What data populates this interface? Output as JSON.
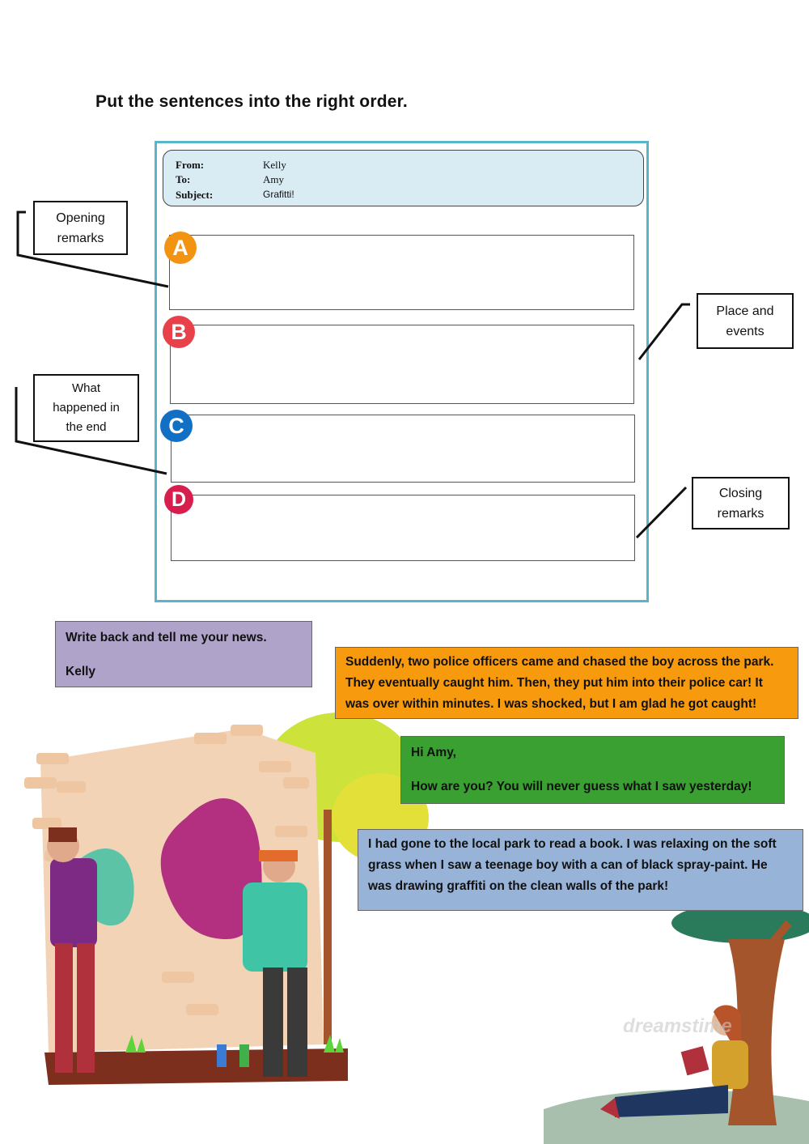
{
  "title": "Put the sentences into the right order.",
  "email": {
    "from_label": "From:",
    "from_value": "Kelly",
    "to_label": "To:",
    "to_value": "Amy",
    "subject_label": "Subject:",
    "subject_value": "Grafitti!"
  },
  "slots": [
    {
      "letter": "A",
      "color": "#f39312"
    },
    {
      "letter": "B",
      "color": "#e8414a"
    },
    {
      "letter": "C",
      "color": "#1270c4"
    },
    {
      "letter": "D",
      "color": "#d81e4c"
    }
  ],
  "labels": {
    "opening": "Opening remarks",
    "place": "Place and events",
    "end": "What happened in the end",
    "closing": "Closing remarks"
  },
  "cards": {
    "closing": {
      "line1": "Write back and tell me your news.",
      "line2": "Kelly",
      "color": "#b0a3c9"
    },
    "ending": {
      "text": "Suddenly, two police officers came and chased the boy across the park. They eventually caught him. Then, they put him into their police car! It was over within minutes. I was shocked, but I am glad he got caught!",
      "color": "#f79a0e"
    },
    "opening": {
      "line1": "Hi Amy,",
      "line2": "How are you? You will never guess what I saw yesterday!",
      "color": "#3aa032"
    },
    "place": {
      "text": "I had gone to the local park to read a book. I was relaxing on the soft grass when I saw a teenage boy with a can of black spray-paint. He was drawing graffiti on the clean walls of the park!",
      "color": "#97b3d8"
    }
  },
  "watermark": "dreamstime"
}
